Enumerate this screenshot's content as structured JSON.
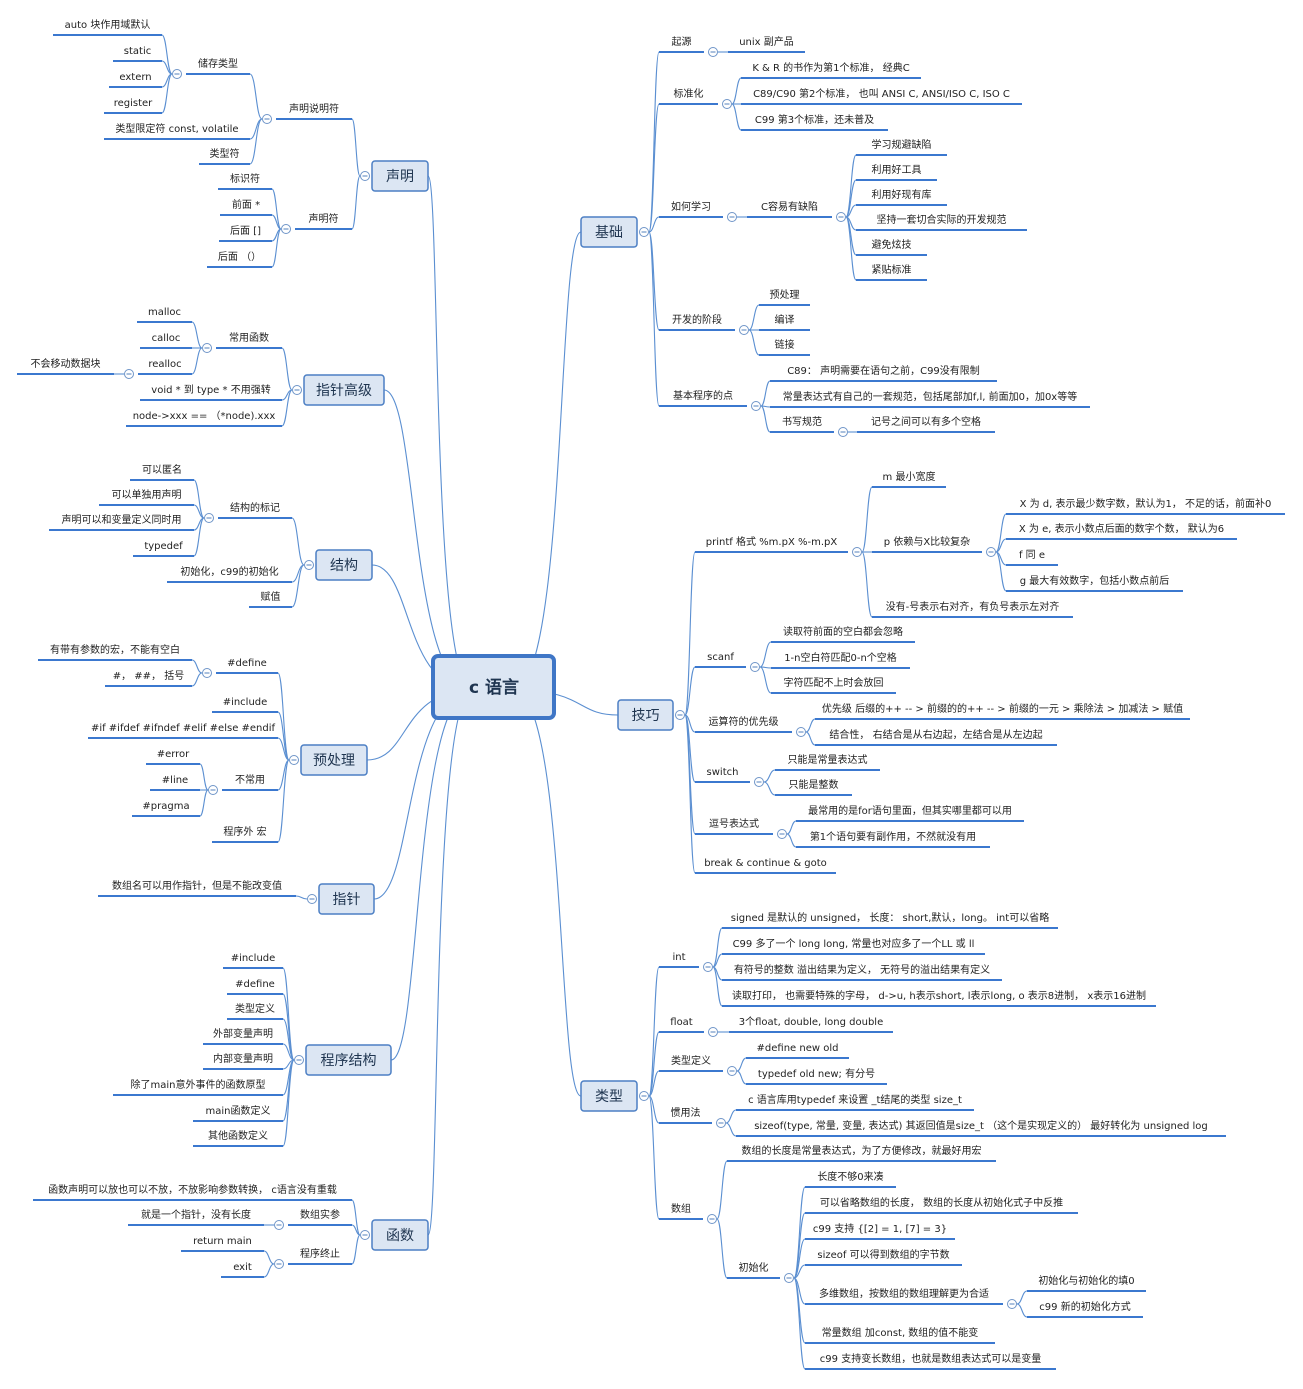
{
  "title": "c 语言",
  "branches": {
    "shengming": {
      "label": "声明",
      "decl_specifier": {
        "label": "声明说明符",
        "storage": {
          "label": "储存类型",
          "items": [
            "auto 块作用域默认",
            "static",
            "extern",
            "register"
          ]
        },
        "qualifier": "类型限定符 const, volatile",
        "type_spec": "类型符"
      },
      "declarator": {
        "label": "声明符",
        "items": [
          "标识符",
          "前面 *",
          "后面 []",
          "后面 （）"
        ]
      }
    },
    "zhizhen_gaoji": {
      "label": "指针高级",
      "common_funcs": {
        "label": "常用函数",
        "items": [
          "malloc",
          "calloc",
          "realloc"
        ],
        "realloc_note": "不会移动数据块"
      },
      "void_cast": "void * 到 type * 不用强转",
      "node_access": "node->xxx == （*node).xxx"
    },
    "jiegou": {
      "label": "结构",
      "tag": {
        "label": "结构的标记",
        "items": [
          "可以匿名",
          "可以单独用声明",
          "声明可以和变量定义同时用",
          "typedef"
        ]
      },
      "init": "初始化，c99的初始化",
      "assign": "赋值"
    },
    "yuchuli": {
      "label": "预处理",
      "define": {
        "label": "#define",
        "items": [
          "有带有参数的宏，不能有空白",
          "#，  ##，  括号"
        ]
      },
      "include": "#include",
      "conditional": "#if #ifdef #ifndef #elif #else #endif",
      "rare": {
        "label": "不常用",
        "items": [
          "#error",
          "#line",
          "#pragma"
        ]
      },
      "outside": "程序外 宏"
    },
    "zhizhen": {
      "label": "指针",
      "note": "数组名可以用作指针，但是不能改变值"
    },
    "chengxu_jiegou": {
      "label": "程序结构",
      "items": [
        "#include",
        "#define",
        "类型定义",
        "外部变量声明",
        "内部变量声明",
        "除了main意外事件的函数原型",
        "main函数定义",
        "其他函数定义"
      ]
    },
    "hanshu": {
      "label": "函数",
      "decl_note": "函数声明可以放也可以不放，不放影响参数转换，  c语言没有重载",
      "array_param": {
        "label": "数组实参",
        "note": "就是一个指针，没有长度"
      },
      "terminate": {
        "label": "程序终止",
        "items": [
          "return  main",
          "exit"
        ]
      }
    },
    "jichu": {
      "label": "基础",
      "origin": {
        "label": "起源",
        "note": "unix 副产品"
      },
      "standard": {
        "label": "标准化",
        "items": [
          "K & R 的书作为第1个标准，  经典C",
          "C89/C90 第2个标准，  也叫 ANSI C, ANSI/ISO C, ISO C",
          "C99 第3个标准，还未普及"
        ]
      },
      "howto": {
        "label": "如何学习",
        "pitfalls": {
          "label": "C容易有缺陷",
          "items": [
            "学习规避缺陷",
            "利用好工具",
            "利用好现有库",
            "坚持一套切合实际的开发规范",
            "避免炫技",
            "紧贴标准"
          ]
        }
      },
      "stages": {
        "label": "开发的阶段",
        "items": [
          "预处理",
          "编译",
          "链接"
        ]
      },
      "basics": {
        "label": "基本程序的点",
        "c89": "C89：  声明需要在语句之前，C99没有限制",
        "const_expr": "常量表达式有自己的一套规范，包括尾部加f,l, 前面加0，加0x等等",
        "style": {
          "label": "书写规范",
          "note": "记号之间可以有多个空格"
        }
      }
    },
    "jiqiao": {
      "label": "技巧",
      "printf": {
        "label": "printf 格式 %m.pX %-m.pX",
        "m": "m 最小宽度",
        "p": {
          "label": "p 依赖与X比较复杂",
          "items": [
            "X 为 d, 表示最少数字数，默认为1，  不足的话，前面补0",
            "X 为 e, 表示小数点后面的数字个数，  默认为6",
            "f 同 e",
            "g 最大有效数字，包括小数点前后"
          ]
        },
        "sign": "没有-号表示右对齐，有负号表示左对齐"
      },
      "scanf": {
        "label": "scanf",
        "items": [
          "读取符前面的空白都会忽略",
          "1-n空白符匹配0-n个空格",
          "字符匹配不上时会放回"
        ]
      },
      "precedence": {
        "label": "运算符的优先级",
        "items": [
          "优先级 后缀的++ -- > 前缀的的++ -- > 前缀的一元 > 乘除法 > 加减法 > 赋值",
          "结合性，  右结合是从右边起，左结合是从左边起"
        ]
      },
      "switch": {
        "label": "switch",
        "items": [
          "只能是常量表达式",
          "只能是整数"
        ]
      },
      "comma": {
        "label": "逗号表达式",
        "items": [
          "最常用的是for语句里面，但其实哪里都可以用",
          "第1个语句要有副作用，不然就没有用"
        ]
      },
      "jumps": "break & continue & goto"
    },
    "leixing": {
      "label": "类型",
      "int": {
        "label": "int",
        "items": [
          "signed 是默认的 unsigned，  长度：  short,默认，long。  int可以省略",
          "C99 多了一个 long long, 常量也对应多了一个LL 或 ll",
          "有符号的整数 溢出结果为定义，  无符号的溢出结果有定义",
          "读取打印，  也需要特殊的字母，    d->u, h表示short, l表示long, o 表示8进制，    x表示16进制"
        ]
      },
      "float": {
        "label": "float",
        "note": "3个float, double, long double"
      },
      "typedef": {
        "label": "类型定义",
        "items": [
          "#define new old",
          "typedef old new; 有分号"
        ]
      },
      "idiom": {
        "label": "惯用法",
        "items": [
          "c 语言库用typedef 来设置 _t结尾的类型 size_t",
          "sizeof(type, 常量,    变量,    表达式) 其返回值是size_t  （这个是实现定义的）  最好转化为 unsigned log"
        ]
      },
      "array": {
        "label": "数组",
        "length_note": "数组的长度是常量表达式，为了方便修改，就最好用宏",
        "init": {
          "label": "初始化",
          "items_a": [
            "长度不够0来凑",
            "可以省略数组的长度，  数组的长度从初始化式子中反推",
            "c99 支持 {[2] = 1, [7] = 3}",
            "sizeof 可以得到数组的字节数"
          ],
          "multi": {
            "label": "多维数组，按数组的数组理解更为合适",
            "items": [
              "初始化与初始化的填0",
              "c99 新的初始化方式"
            ]
          },
          "items_b": [
            "常量数组 加const,    数组的值不能变",
            "c99 支持变长数组，也就是数组表达式可以是变量"
          ]
        }
      }
    }
  }
}
